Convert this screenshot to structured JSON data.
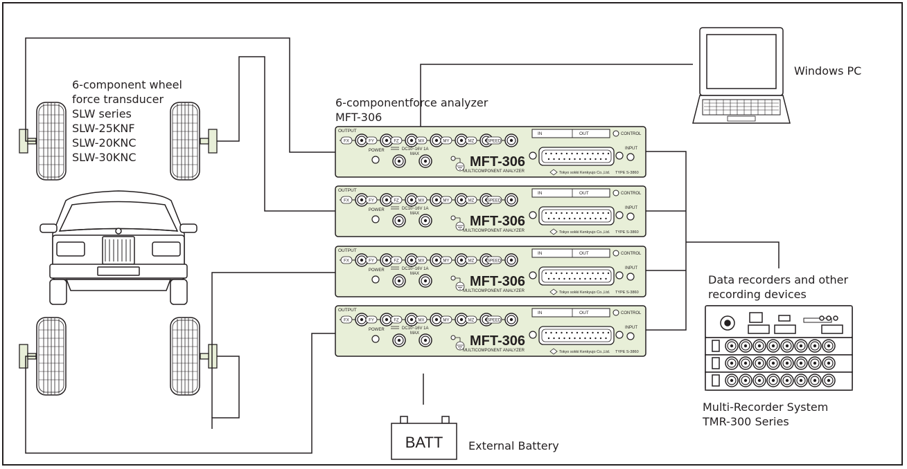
{
  "transducer": {
    "lines": [
      "6-component wheel",
      "force transducer",
      "SLW series",
      "SLW-25KNF",
      "SLW-20KNC",
      "SLW-30KNC"
    ]
  },
  "analyzer": {
    "title_lines": [
      "6-componentforce analyzer",
      "MFT-306"
    ],
    "unit": {
      "output_label": "OUTPUT",
      "connectors": [
        "FX",
        "FY",
        "FZ",
        "MX",
        "MY",
        "MZ",
        "SPEED"
      ],
      "in_label": "IN",
      "out_label": "OUT",
      "control_label": "CONTROL",
      "input_label": "INPUT",
      "power_label": "POWER",
      "dc_label": "DC10~16V 1A",
      "max_label": "MAX",
      "model": "MFT-306",
      "subtitle": "MULTICOMPONENT ANALYZER",
      "maker": "Tokyo sokki Kenkyujo Co.,Ltd.",
      "type": "TYPE S-3860"
    }
  },
  "pc": {
    "label": "Windows PC"
  },
  "recorders": {
    "lines": [
      "Data recorders and other",
      "recording devices"
    ]
  },
  "tmr": {
    "lines": [
      "Multi-Recorder System",
      "TMR-300 Series"
    ]
  },
  "battery": {
    "text": "BATT",
    "label": "External Battery"
  },
  "colors": {
    "panel": "#e8efd8",
    "line": "#231f20",
    "frame": "#231f20"
  }
}
